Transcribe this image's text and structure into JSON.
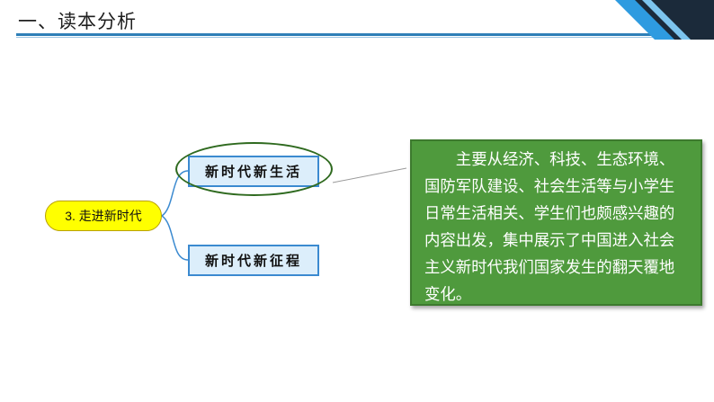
{
  "header": {
    "title": "一、读本分析"
  },
  "mindmap": {
    "root": "3. 走进新时代",
    "branches": [
      "新时代新生活",
      "新时代新征程"
    ]
  },
  "callout": {
    "text": "主要从经济、科技、生态环境、国防军队建设、社会生活等与小学生日常生活相关、学生们也颇感兴趣的内容出发，集中展示了中国进入社会主义新时代我们国家发生的翻天覆地变化。"
  },
  "colors": {
    "header_rule": "#2e7fb7",
    "root_fill": "#ffff00",
    "branch_fill": "#dceefb",
    "branch_border": "#3b8ad0",
    "ellipse": "#2f6a1f",
    "callout_fill": "#4f9a3d"
  }
}
